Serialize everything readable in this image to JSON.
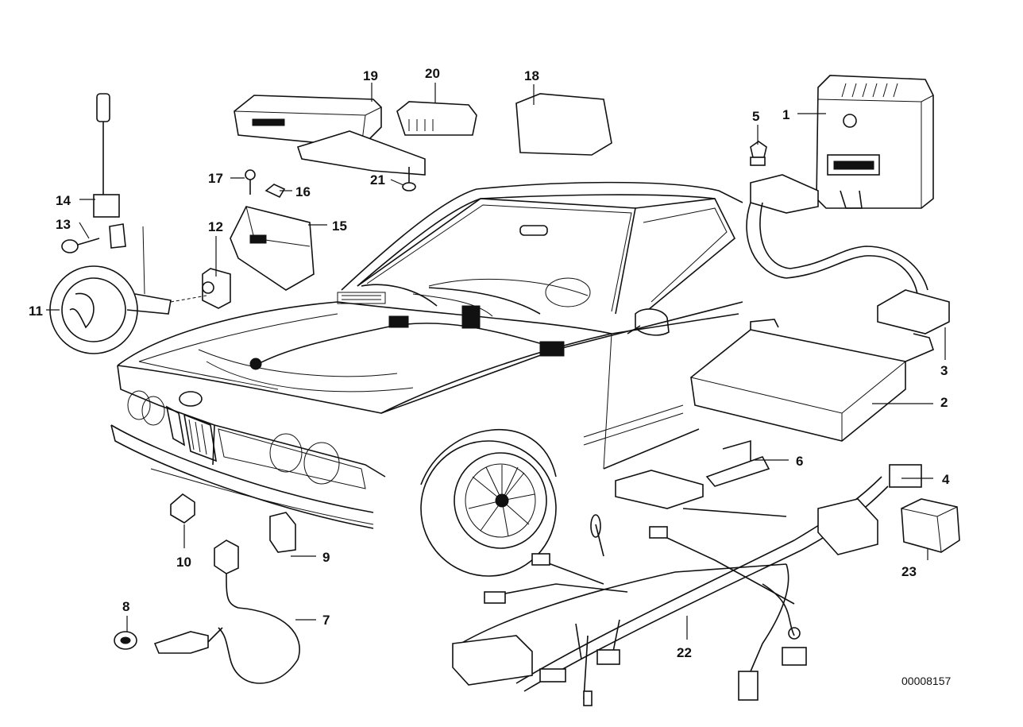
{
  "diagram": {
    "reference_number": "00008157",
    "callouts": [
      {
        "id": "1",
        "label": "1"
      },
      {
        "id": "2",
        "label": "2"
      },
      {
        "id": "3",
        "label": "3"
      },
      {
        "id": "4",
        "label": "4"
      },
      {
        "id": "5",
        "label": "5"
      },
      {
        "id": "6",
        "label": "6"
      },
      {
        "id": "7",
        "label": "7"
      },
      {
        "id": "8",
        "label": "8"
      },
      {
        "id": "9",
        "label": "9"
      },
      {
        "id": "10",
        "label": "10"
      },
      {
        "id": "11",
        "label": "11"
      },
      {
        "id": "12",
        "label": "12"
      },
      {
        "id": "13",
        "label": "13"
      },
      {
        "id": "14",
        "label": "14"
      },
      {
        "id": "15",
        "label": "15"
      },
      {
        "id": "16",
        "label": "16"
      },
      {
        "id": "17",
        "label": "17"
      },
      {
        "id": "18",
        "label": "18"
      },
      {
        "id": "19",
        "label": "19"
      },
      {
        "id": "20",
        "label": "20"
      },
      {
        "id": "21",
        "label": "21"
      },
      {
        "id": "22",
        "label": "22"
      },
      {
        "id": "23",
        "label": "23"
      }
    ]
  }
}
